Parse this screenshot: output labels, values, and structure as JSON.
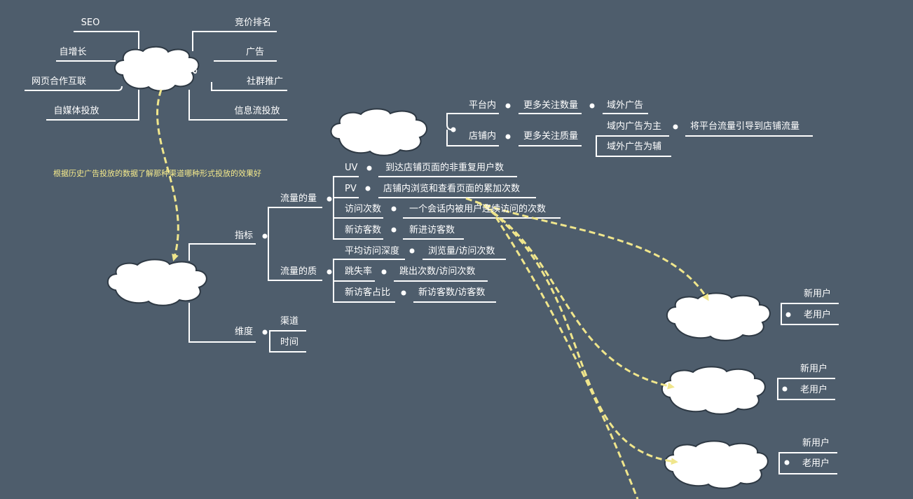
{
  "colors": {
    "background": "#4e5d6c",
    "line": "#ffffff",
    "dashed_arrow": "#f0e68c",
    "note": "#f5ea8c"
  },
  "promotion": {
    "title": "推广方式",
    "left": [
      "SEO",
      "自增长",
      "网页合作互联",
      "自媒体投放"
    ],
    "right": [
      "竞价排名",
      "广告",
      "社群推广",
      "信息流投放"
    ]
  },
  "note": "根据历史广告投放的数据了解那种渠道哪种形式投放的效果好",
  "ecommerce": {
    "title": "电商",
    "platform": {
      "label": "平台内",
      "child": "更多关注数量",
      "leaf": "域外广告"
    },
    "store": {
      "label": "店铺内",
      "child": "更多关注质量",
      "leaf1": "域内广告为主",
      "leaf1_child": "将平台流量引导到店铺流量",
      "leaf2": "域外广告为辅"
    }
  },
  "case": {
    "title": "案例分析",
    "metrics": "指标",
    "volume": {
      "label": "流量的量",
      "items": [
        {
          "term": "UV",
          "desc": "到达店铺页面的非重复用户数"
        },
        {
          "term": "PV",
          "desc": "店铺内浏览和查看页面的累加次数"
        },
        {
          "term": "访问次数",
          "desc": "一个会话内被用户连续访问的次数"
        },
        {
          "term": "新访客数",
          "desc": "新进访客数"
        }
      ]
    },
    "quality": {
      "label": "流量的质",
      "items": [
        {
          "term": "平均访问深度",
          "desc": "浏览量/访问次数"
        },
        {
          "term": "跳失率",
          "desc": "跳出次数/访问次数"
        },
        {
          "term": "新访客占比",
          "desc": "新访客数/访客数"
        }
      ]
    },
    "dimension": {
      "label": "维度",
      "items": [
        "渠道",
        "时间"
      ]
    }
  },
  "scenarios": [
    {
      "title": "高UV低PV",
      "items": [
        "新用户",
        "老用户"
      ]
    },
    {
      "title": "低PV高PV",
      "items": [
        "新用户",
        "老用户"
      ]
    },
    {
      "title": "高UV高PV",
      "items": [
        "新用户",
        "老用户"
      ]
    }
  ]
}
